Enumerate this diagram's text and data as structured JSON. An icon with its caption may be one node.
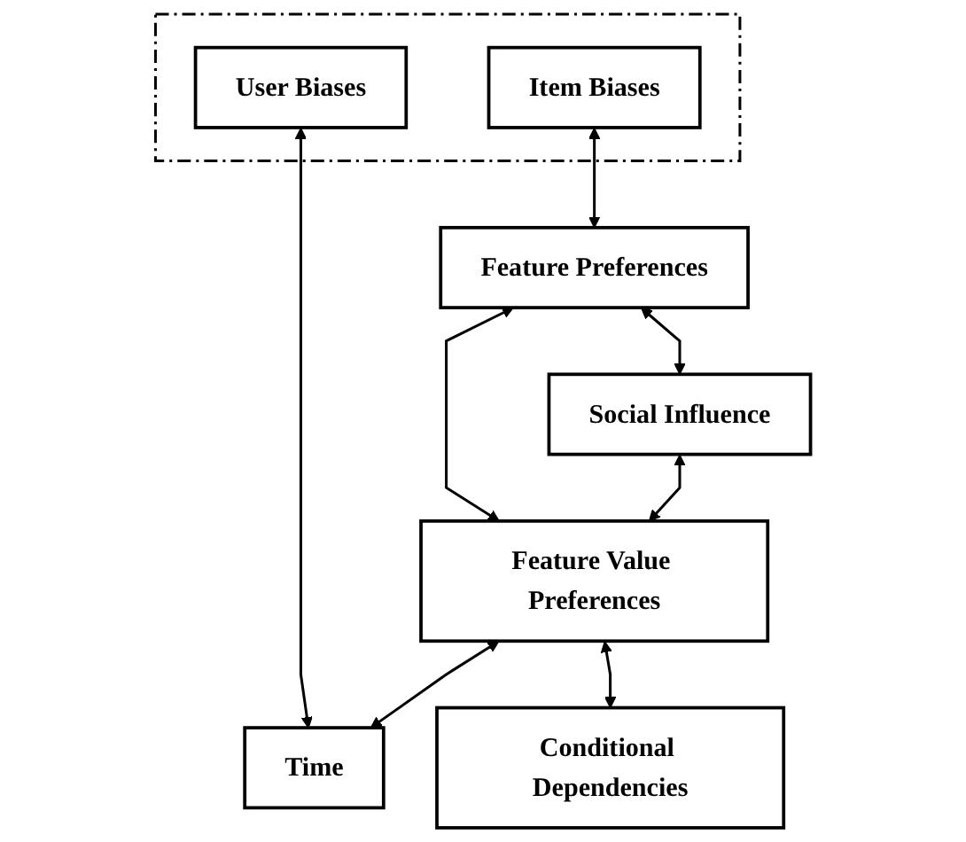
{
  "diagram": {
    "nodes": [
      {
        "text": [
          "Social Influence"
        ]
      },
      {
        "text": [
          "Feature Preferences"
        ]
      },
      {
        "text": [
          "Feature Value Preferences"
        ]
      },
      {
        "text": [
          "Conditional Dependencies"
        ]
      },
      {
        "text": [],
        "shape": "box"
      },
      {
        "text": [
          "User Biases"
        ],
        "in": 4
      },
      {
        "text": [
          "Item Biases"
        ],
        "in": 4
      },
      {
        "text": [
          "Time"
        ]
      }
    ],
    "edges": [
      {
        "from": 1,
        "to": 0,
        "arrow": "both"
      },
      {
        "from": 0,
        "to": 2,
        "arrow": "both"
      },
      {
        "from": 1,
        "to": 2,
        "arrow": "both"
      },
      {
        "from": 2,
        "to": 3,
        "arrow": "both"
      },
      {
        "from": 2,
        "to": 7,
        "arrow": "both"
      },
      {
        "from": 5,
        "to": 7,
        "arrow": "both"
      },
      {
        "from": 6,
        "to": 1,
        "arrow": "both"
      }
    ]
  }
}
